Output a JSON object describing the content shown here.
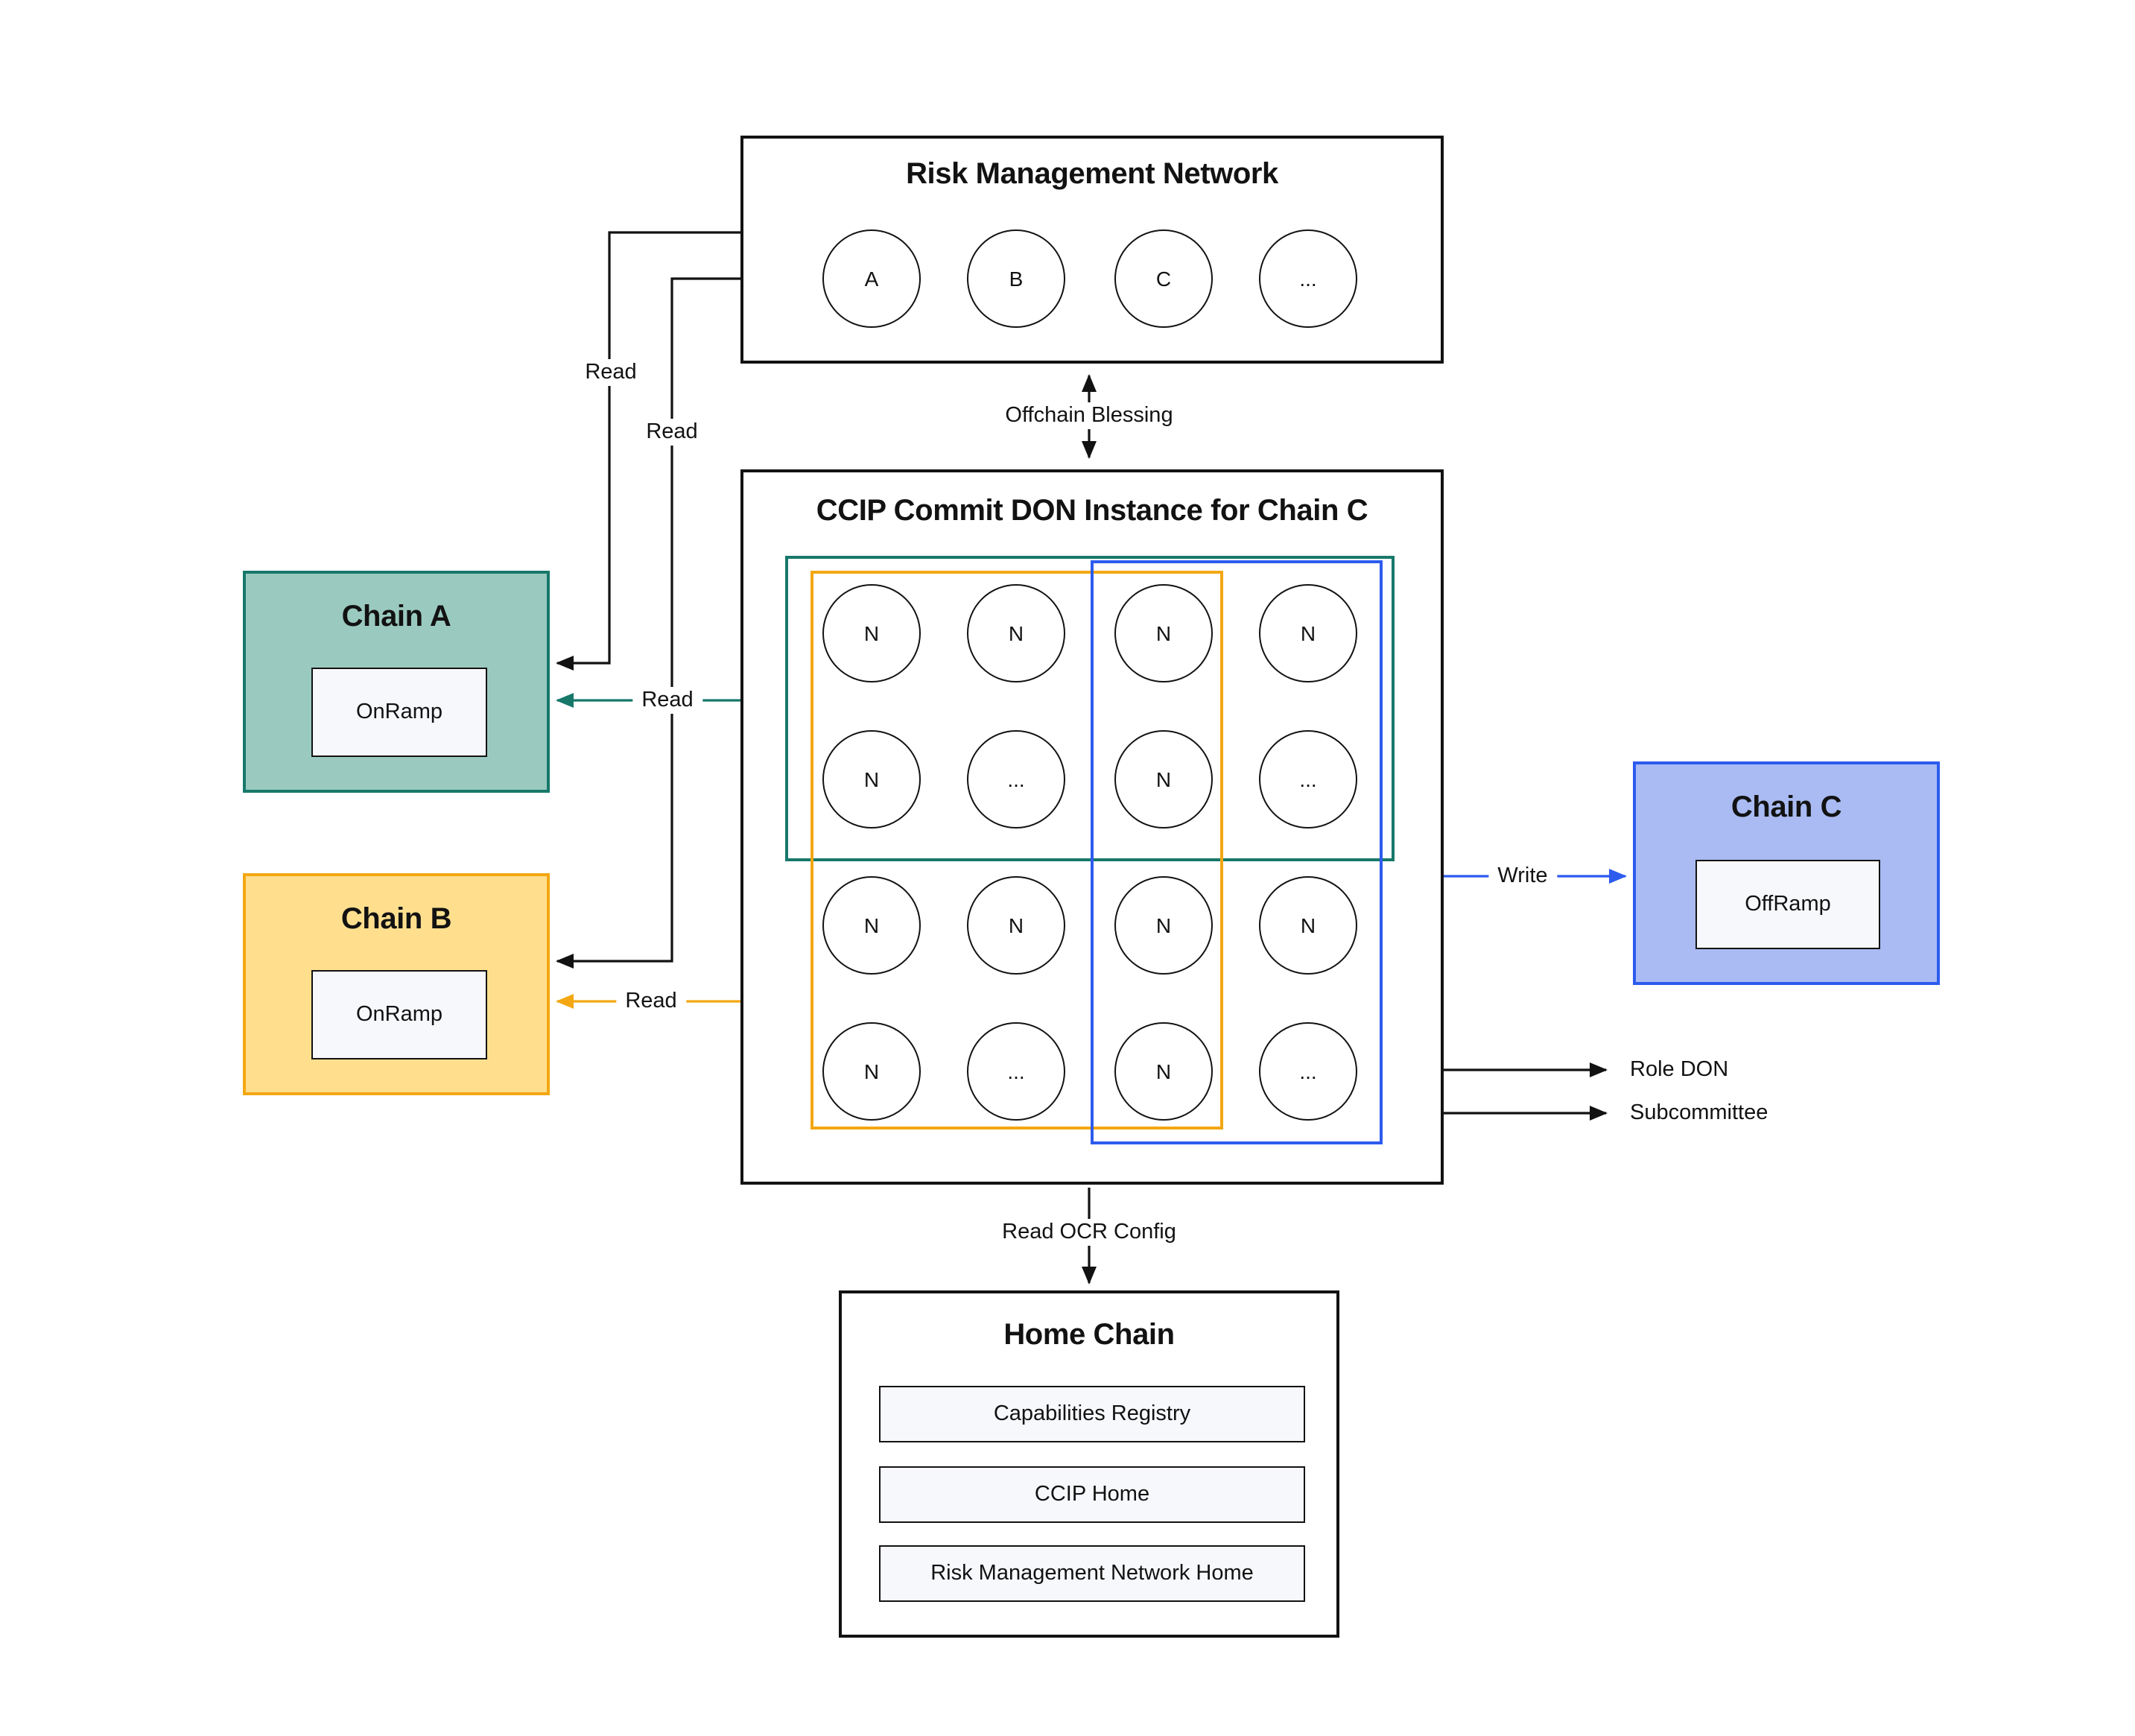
{
  "colors": {
    "ink": "#121212",
    "teal": "#17786a",
    "teal_fill": "#9acabf",
    "yellow": "#f3a712",
    "yellow_fill": "#ffdf8e",
    "blue": "#2d5bee",
    "blue_fill": "#a9bbf2",
    "contract_fill": "#f7f8fc"
  },
  "rmn": {
    "title": "Risk Management Network",
    "nodes": [
      "A",
      "B",
      "C",
      "..."
    ]
  },
  "don": {
    "title": "CCIP Commit DON Instance for Chain C",
    "nodes": [
      "N",
      "N",
      "N",
      "N",
      "N",
      "...",
      "N",
      "...",
      "N",
      "N",
      "N",
      "N",
      "N",
      "...",
      "N",
      "..."
    ]
  },
  "chain_a": {
    "title": "Chain A",
    "contract": "OnRamp"
  },
  "chain_b": {
    "title": "Chain B",
    "contract": "OnRamp"
  },
  "chain_c": {
    "title": "Chain C",
    "contract": "OffRamp"
  },
  "home_chain": {
    "title": "Home Chain",
    "contracts": [
      "Capabilities Registry",
      "CCIP Home",
      "Risk Management Network Home"
    ]
  },
  "labels": {
    "offchain_blessing": "Offchain Blessing",
    "read_rmn_chain_a": "Read",
    "read_rmn_chain_b": "Read",
    "read_committee_chain_a": "Read",
    "read_committee_chain_b": "Read",
    "write_chain_c": "Write",
    "role_don": "Role DON",
    "subcommittee": "Subcommittee",
    "read_ocr_config": "Read OCR Config"
  }
}
